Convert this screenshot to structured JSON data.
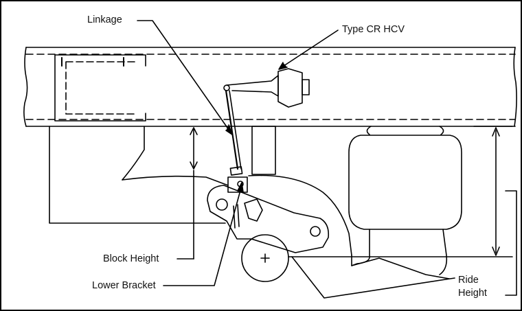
{
  "labels": {
    "linkage": "Linkage",
    "hcv": "Type CR HCV",
    "block_height": "Block Height",
    "lower_bracket": "Lower Bracket",
    "ride_height_line1": "Ride",
    "ride_height_line2": "Height"
  },
  "colors": {
    "ink": "#000000",
    "background": "#ffffff"
  }
}
